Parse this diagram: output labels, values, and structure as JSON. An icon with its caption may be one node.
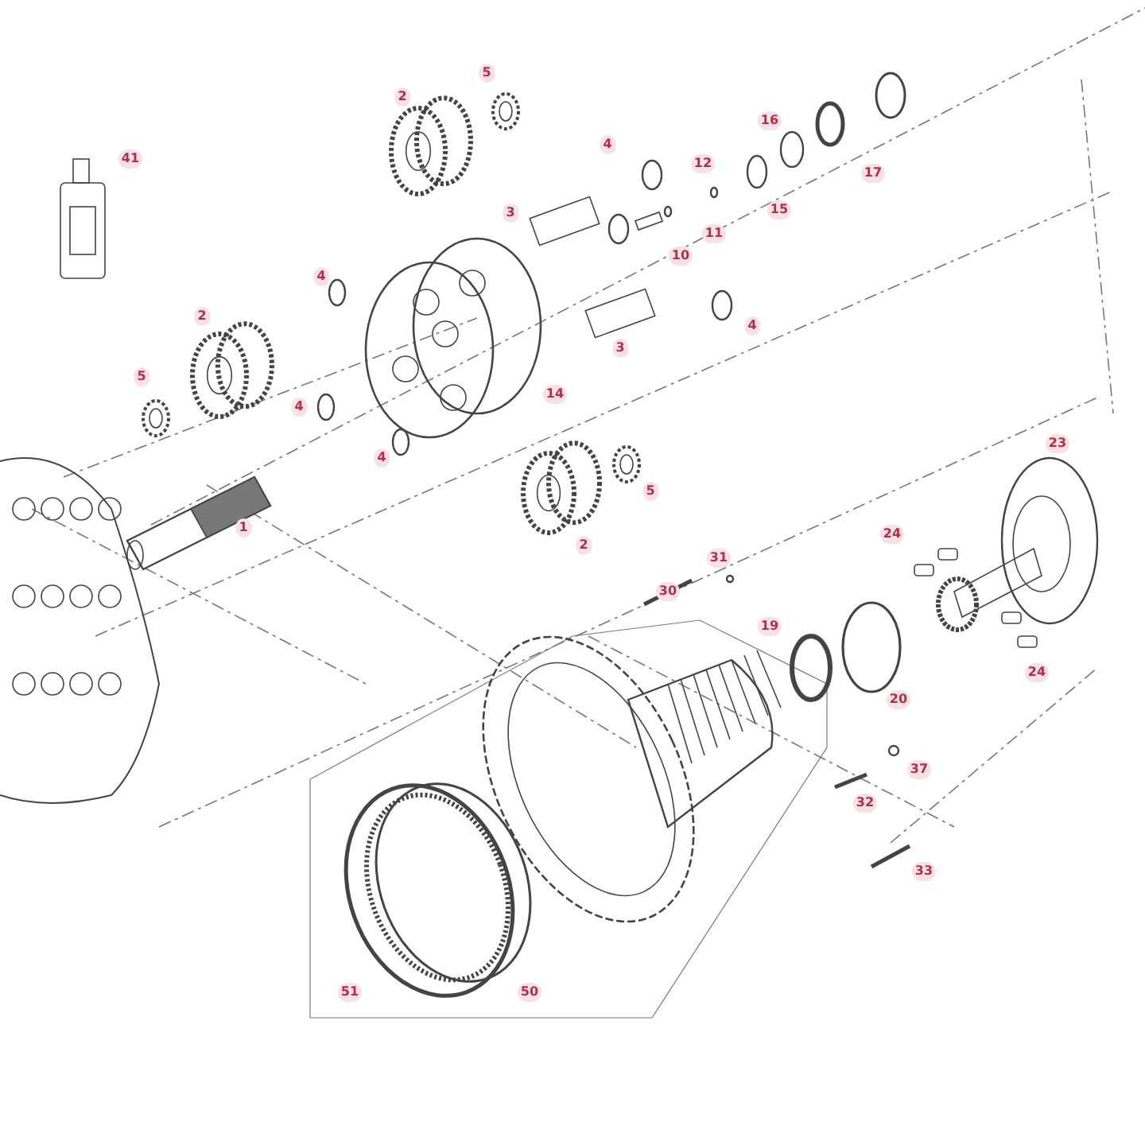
{
  "diagram": {
    "labels": [
      "5",
      "2",
      "16",
      "4",
      "41",
      "12",
      "17",
      "15",
      "3",
      "11",
      "10",
      "4",
      "2",
      "4",
      "3",
      "5",
      "14",
      "4",
      "23",
      "4",
      "5",
      "1",
      "24",
      "2",
      "31",
      "30",
      "19",
      "24",
      "20",
      "37",
      "32",
      "33",
      "51",
      "50"
    ]
  }
}
